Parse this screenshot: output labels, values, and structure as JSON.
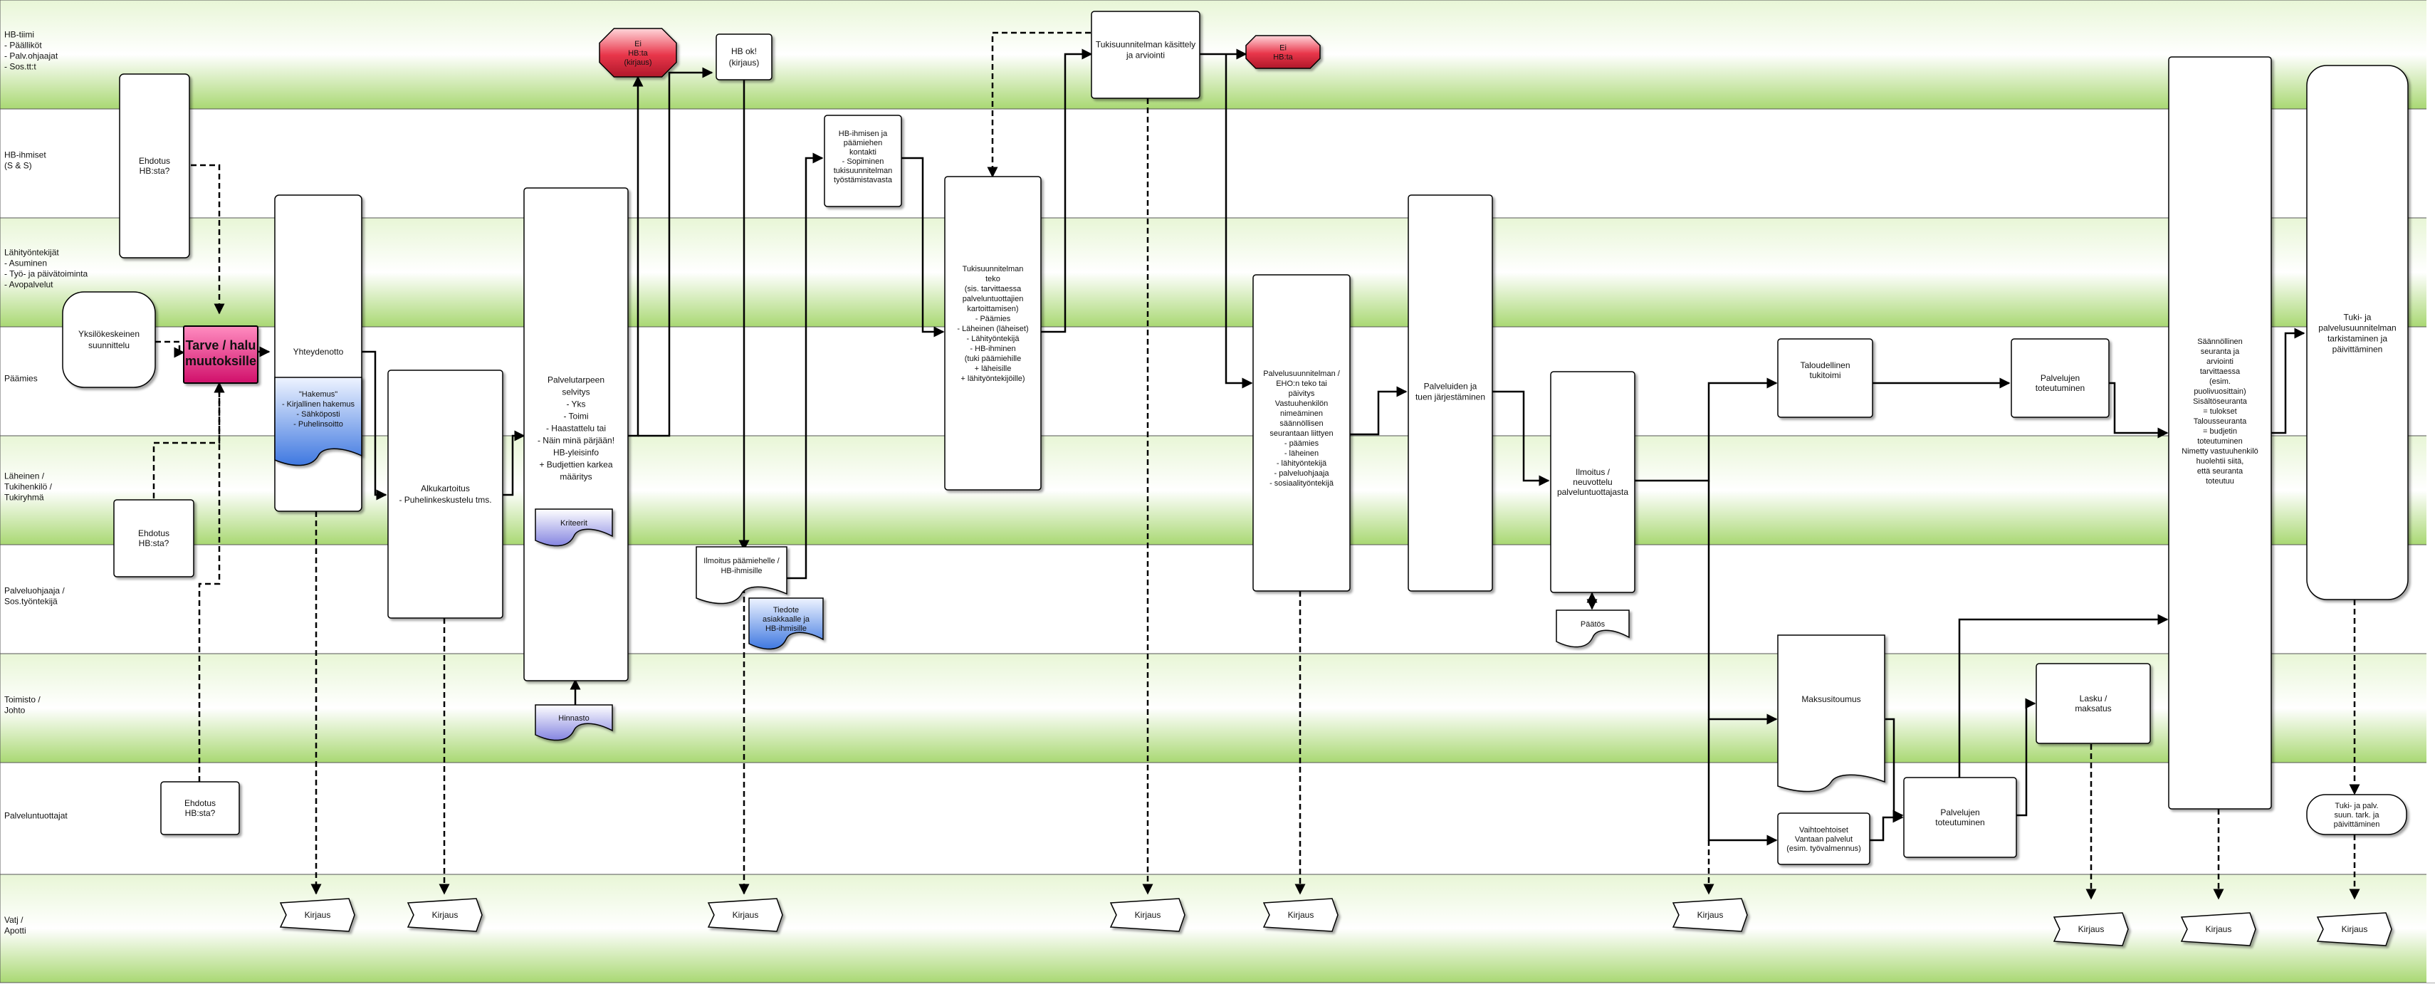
{
  "colors": {
    "lane_light": "#ffffff",
    "lane_green": "#b8df82",
    "connector": "#000000",
    "red_octagon": "#e8364a",
    "magenta_box": "#e0186f",
    "blue_doc": "#5d8ee6",
    "lilac_doc": "#9a9ae6"
  },
  "lanes": [
    [
      "HB-tiimi",
      "- Päälliköt",
      "- Palv.ohjaajat",
      "- Sos.tt:t"
    ],
    [
      "HB-ihmiset",
      "(S & S)"
    ],
    [
      "Lähityöntekijät",
      "- Asuminen",
      "- Työ- ja päivätoiminta",
      "- Avopalvelut"
    ],
    [
      "Päämies"
    ],
    [
      "Läheinen /",
      "Tukihenkilö /",
      "Tukiryhmä"
    ],
    [
      "Palveluohjaaja /",
      "Sos.työntekijä"
    ],
    [
      "Toimisto /",
      "Johto"
    ],
    [
      "Palveluntuottajat"
    ],
    [
      "Vatj /",
      "Apotti"
    ]
  ],
  "nodes": {
    "ehdotus1": [
      "Ehdotus",
      "HB:sta?"
    ],
    "yksilokeskeinen": [
      "Yksilökeskeinen",
      "suunnittelu"
    ],
    "tarve": [
      "Tarve / halu",
      "muutoksille"
    ],
    "ehdotus2": [
      "Ehdotus",
      "HB:sta?"
    ],
    "ehdotus3": [
      "Ehdotus",
      "HB:sta?"
    ],
    "yhteydenotto": [
      "Yhteydenotto"
    ],
    "hakemus": [
      "\"Hakemus\"",
      "- Kirjallinen hakemus",
      "- Sähköposti",
      "- Puhelinsoitto"
    ],
    "alkukartoitus": [
      "Alkukartoitus",
      "- Puhelinkeskustelu tms."
    ],
    "palvelutarpeen": [
      "Palvelutarpeen",
      "selvitys",
      "- Yks",
      "- Toimi",
      "- Haastattelu tai",
      "- Näin minä pärjään!",
      "",
      "HB-yleisinfo",
      "+ Budjettien karkea",
      "määritys"
    ],
    "kriteerit": [
      "Kriteerit"
    ],
    "hinnasto": [
      "Hinnasto"
    ],
    "ei_hb1": [
      "Ei",
      "HB:ta",
      "(kirjaus)"
    ],
    "hb_ok": [
      "HB ok!",
      "(kirjaus)"
    ],
    "hb_kontakti": [
      "HB-ihmisen ja",
      "päämiehen",
      "kontakti",
      "",
      "- Sopiminen",
      "tukisuunnitelman",
      "työstämistavasta"
    ],
    "ilmoitus_paamies": [
      "Ilmoitus päämiehelle /",
      "HB-ihmisille"
    ],
    "tiedote": [
      "Tiedote",
      "asiakkaalle ja",
      "HB-ihmisille"
    ],
    "tukisuunnitelman_kasittely": [
      "Tukisuunnitelman käsittely",
      "ja arviointi"
    ],
    "ei_hb2": [
      "Ei",
      "HB:ta"
    ],
    "tukisuunnitelman_teko": [
      "Tukisuunnitelman",
      "teko",
      "(sis. tarvittaessa",
      "palveluntuottajien",
      "kartoittamisen)",
      "",
      "- Päämies",
      "- Läheinen (läheiset)",
      "- Lähityöntekijä",
      "",
      "- HB-ihminen",
      "(tuki päämiehille",
      "+ läheisille",
      "+ lähityöntekijöille)"
    ],
    "palvelusuunnitelma": [
      "Palvelusuunnitelman /",
      "EHO:n teko tai",
      "päivitys",
      "",
      "Vastuuhenkilön",
      "nimeäminen",
      "säännöllisen",
      "seurantaan liittyen",
      "- päämies",
      "- läheinen",
      "- lähityöntekijä",
      "- palveluohjaaja",
      "- sosiaalityöntekijä"
    ],
    "palveluiden_jarjestaminen": [
      "Palveluiden ja",
      "tuen järjestäminen"
    ],
    "ilmoitus_tuottajasta": [
      "Ilmoitus /",
      "neuvottelu",
      "palveluntuottajasta"
    ],
    "paatos": [
      "Päätös"
    ],
    "taloudellinen": [
      "Taloudellinen",
      "tukitoimi"
    ],
    "palvelujen_tot1": [
      "Palvelujen",
      "toteutuminen"
    ],
    "maksusitoumus": [
      "Maksusitoumus"
    ],
    "vaihtoehtoiset": [
      "Vaihtoehtoiset",
      "Vantaan palvelut",
      "(esim. työvalmennus)"
    ],
    "palvelujen_tot2": [
      "Palvelujen",
      "toteutuminen"
    ],
    "lasku": [
      "Lasku /",
      "maksatus"
    ],
    "saannollinen": [
      "Säännöllinen",
      "seuranta ja",
      "arviointi",
      "tarvittaessa",
      "(esim.",
      "puolivuosittain)",
      "",
      "Sisältöseuranta",
      "= tulokset",
      "",
      "Talousseuranta",
      "= budjetin",
      "toteutuminen",
      "",
      "Nimetty vastuuhenkilö",
      "huolehtii siitä,",
      "että seuranta",
      "toteutuu"
    ],
    "tuki_tarkistaminen": [
      "Tuki- ja",
      "palvelusuunnitelman",
      "tarkistaminen ja",
      "päivittäminen"
    ],
    "tuki_paiv": [
      "Tuki- ja palv.",
      "suun. tark. ja",
      "päivittäminen"
    ]
  },
  "kirjaus_label": "Kirjaus"
}
